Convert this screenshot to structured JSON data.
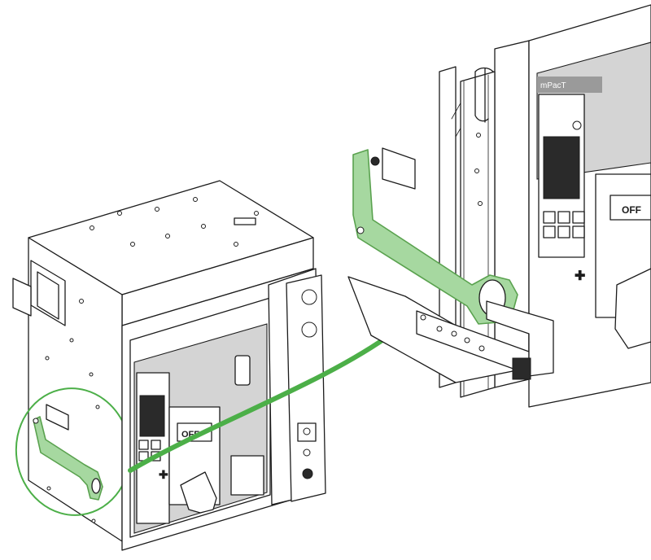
{
  "labels": {
    "off_small": "OFF",
    "off_large": "OFF",
    "brand_detail": "mPacT"
  },
  "colors": {
    "lever_fill": "#a6d8a0",
    "lever_stroke": "#5aa24f",
    "arrow": "#4caf48",
    "panel_grey": "#d4d4d4",
    "line": "#1c1c1c"
  },
  "icons": {
    "arrow": "curved-arrow-icon",
    "lever": "racking-handle-icon",
    "highlight": "ellipse-highlight-icon"
  }
}
